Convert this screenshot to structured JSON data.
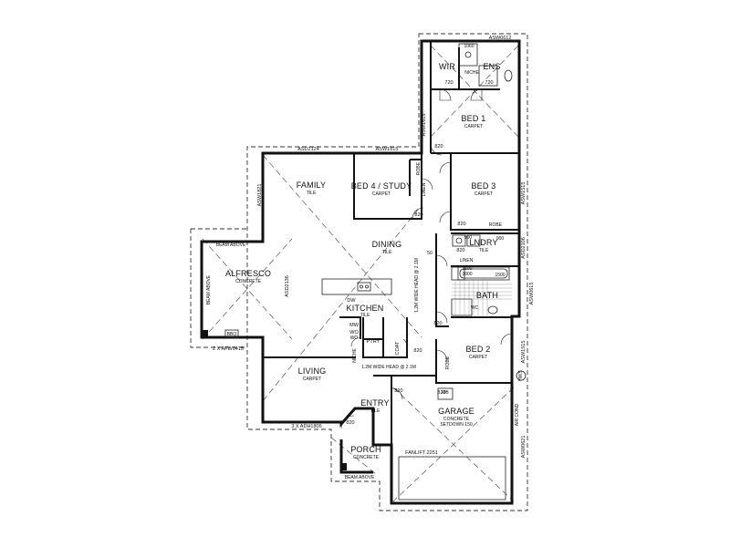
{
  "rooms": {
    "wir": "WIR",
    "ens": "ENS",
    "niche": "NICHE",
    "bed1": "BED 1",
    "bed1_floor": "CARPET",
    "bed4": "BED 4 / STUDY",
    "bed4_floor": "CARPET",
    "bed3": "BED 3",
    "bed3_floor": "CARPET",
    "family": "FAMILY",
    "family_floor": "TILE",
    "dining": "DINING",
    "dining_floor": "TILE",
    "alfresco": "ALFRESCO",
    "alfresco_floor": "CONCRETE",
    "kitchen": "KITCHEN",
    "kitchen_floor": "TILE",
    "laundry": "LNDRY",
    "laundry_floor": "TILE",
    "linen": "LINEN",
    "bath": "BATH",
    "bed2": "BED 2",
    "bed2_floor": "CARPET",
    "living": "LIVING",
    "living_floor": "CARPET",
    "entry": "ENTRY",
    "entry_floor": "TILE",
    "garage": "GARAGE",
    "garage_floor_1": "CONCRETE",
    "garage_floor_2": "SETDOWN 150",
    "porch": "PORCH",
    "porch_floor": "CONCRETE",
    "ptry": "PTRY",
    "coat": "COAT",
    "dw": "DW",
    "mw": "MW",
    "wo": "WO"
  },
  "windows": {
    "bed1_top": "ASW0612",
    "bed1_side": "ASW1615",
    "bed3_side": "ASW1515",
    "family_top_1": "ASD2124",
    "family_top_2": "ASW1815",
    "family_side": "ASW1821",
    "alfresco_side": "ASD2136",
    "alfresco_bottom": "2 X AFW0415",
    "living_bottom": "3 X ADH1806",
    "laundry_side": "ASD2106",
    "bath_side": "ASW0615",
    "bed2_side": "ASW1515",
    "garage_side": "ASW0621",
    "garage_door": "FANLIFT 2251"
  },
  "doors": [
    "720",
    "720",
    "820",
    "820",
    "820",
    "820",
    "820",
    "820",
    "820",
    "820",
    "820"
  ],
  "labels": {
    "beam_above_1": "BEAM ABOVE",
    "beam_above_2": "BEAM ABOVE",
    "beam_above_3": "BEAM ABOVE",
    "robe_1": "ROBE",
    "robe_2": "ROBE",
    "robe_3": "ROBE",
    "linen_1": "LINEN",
    "bbq": "BBQ",
    "hall_opening": "1.2M WIDE HEAD @ 2.1M",
    "living_opening": "1.2M WIDE HEAD @ 2.1M",
    "mb": "MB",
    "hws": "HWS",
    "air_cond": "AIR COND",
    "bath_size": "1500",
    "shower_1": "1000",
    "shower_2": "900",
    "shower_3": "900",
    "ens_size": "1060",
    "lndry_size": "1100",
    "wc": "WC",
    "hall_size": "50",
    "niche2": "NICHE",
    "wo2": "WO"
  }
}
